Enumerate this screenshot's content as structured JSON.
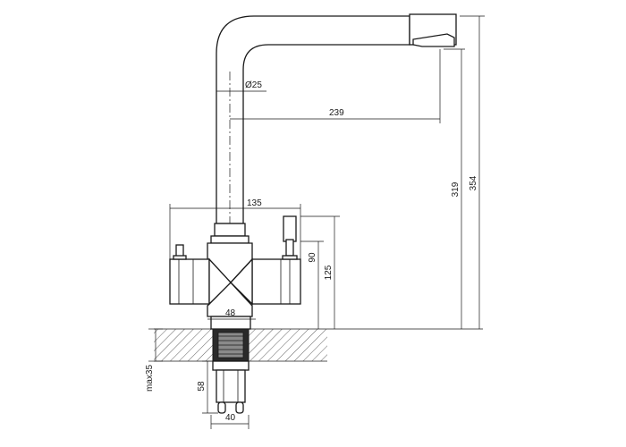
{
  "drawing": {
    "dimensions": {
      "spout_diameter": "Ø25",
      "spout_reach": "239",
      "total_height": "354",
      "spout_height": "319",
      "body_width": "135",
      "body_height_small": "90",
      "body_height": "125",
      "base_diameter": "48",
      "max_counter_thickness": "max35",
      "shank_length": "58",
      "shank_width": "40"
    },
    "colors": {
      "line": "#1a1a1a",
      "hatch": "#1a1a1a",
      "background": "#ffffff"
    }
  }
}
